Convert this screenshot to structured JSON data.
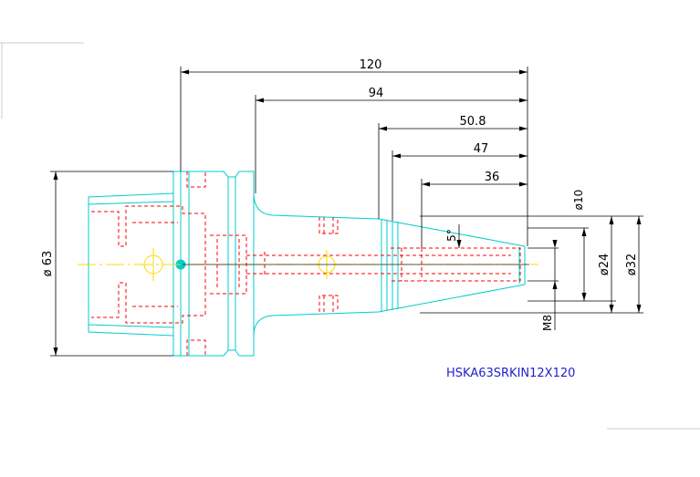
{
  "drawing": {
    "part_name": "HSKA63SRKIN12X120",
    "dimensions": {
      "overall_length": "120",
      "length_94": "94",
      "length_50_8": "50.8",
      "length_47": "47",
      "length_36": "36",
      "flange_diameter": "ø 63",
      "diameter_10": "ø10",
      "diameter_24": "ø24",
      "diameter_32": "ø32",
      "thread": "M8",
      "taper_angle": "5°"
    },
    "colors": {
      "outline": "#00cccc",
      "hidden": "#ff0000",
      "center": "#ffd800",
      "dimension": "#000000",
      "label": "#2222cc"
    }
  }
}
